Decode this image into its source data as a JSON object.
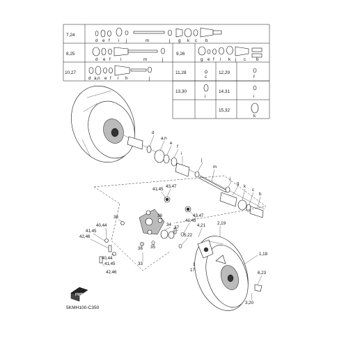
{
  "diagram_code": "5KMH100-C350",
  "front_mark": "FWD",
  "table_rows": [
    {
      "id": "7,24",
      "letters": [
        "d",
        "e",
        "f",
        "i",
        "j",
        "m",
        "j",
        "g",
        "k",
        "c",
        "b"
      ]
    },
    {
      "id": "8,25",
      "letters": [
        "d",
        "e",
        "f",
        "i",
        "m",
        "j"
      ]
    },
    {
      "id": "10,27",
      "letters": [
        "d",
        "a,n",
        "e",
        "f",
        "i",
        "h",
        "j"
      ]
    },
    {
      "id": "9,26",
      "letters": [
        "g",
        "e",
        "f",
        "i",
        "k",
        "j",
        "c",
        "b"
      ]
    },
    {
      "id": "11,28",
      "letters": [
        "c"
      ]
    },
    {
      "id": "12,29",
      "letters": [
        "f"
      ]
    },
    {
      "id": "13,30",
      "letters": [
        "i"
      ]
    },
    {
      "id": "14,31",
      "letters": [
        "i"
      ]
    },
    {
      "id": "15,32",
      "letters": [
        "k"
      ]
    }
  ],
  "axle_letters": [
    "d",
    "a,n",
    "e",
    "f",
    "i",
    "j",
    "m",
    "j",
    "g",
    "k",
    "c",
    "b"
  ],
  "callouts": [
    "43,47",
    "41,45",
    "36",
    "40,44",
    "41,45",
    "42,46",
    "36",
    "33",
    "35",
    "34",
    "37",
    "36",
    "43,47",
    "41,45",
    "4,21",
    "5,22",
    "2,19",
    "1,18",
    "16,38",
    "17,39",
    "6,23",
    "3,20",
    "40,44",
    "41,45",
    "42,46"
  ]
}
